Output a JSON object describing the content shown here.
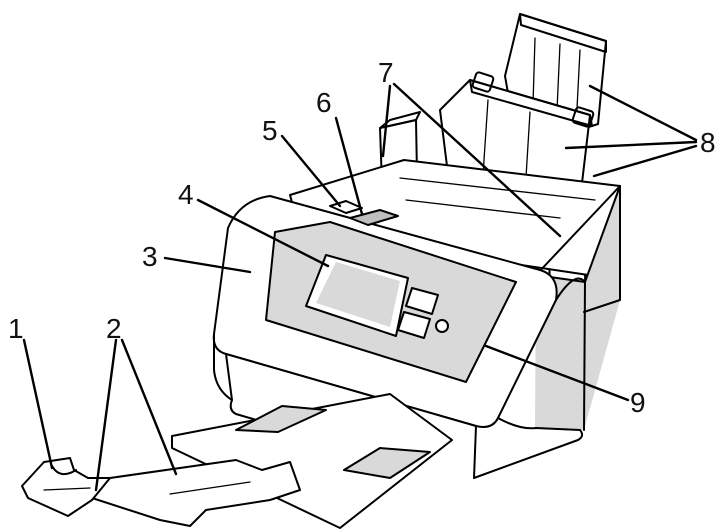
{
  "callouts": [
    {
      "id": "1",
      "text": "1"
    },
    {
      "id": "2",
      "text": "2"
    },
    {
      "id": "3",
      "text": "3"
    },
    {
      "id": "4",
      "text": "4"
    },
    {
      "id": "5",
      "text": "5"
    },
    {
      "id": "6",
      "text": "6"
    },
    {
      "id": "7",
      "text": "7"
    },
    {
      "id": "8",
      "text": "8"
    },
    {
      "id": "9",
      "text": "9"
    }
  ],
  "colors": {
    "line": "#000000",
    "fill": "#ffffff",
    "shade": "#d9d9d9"
  }
}
